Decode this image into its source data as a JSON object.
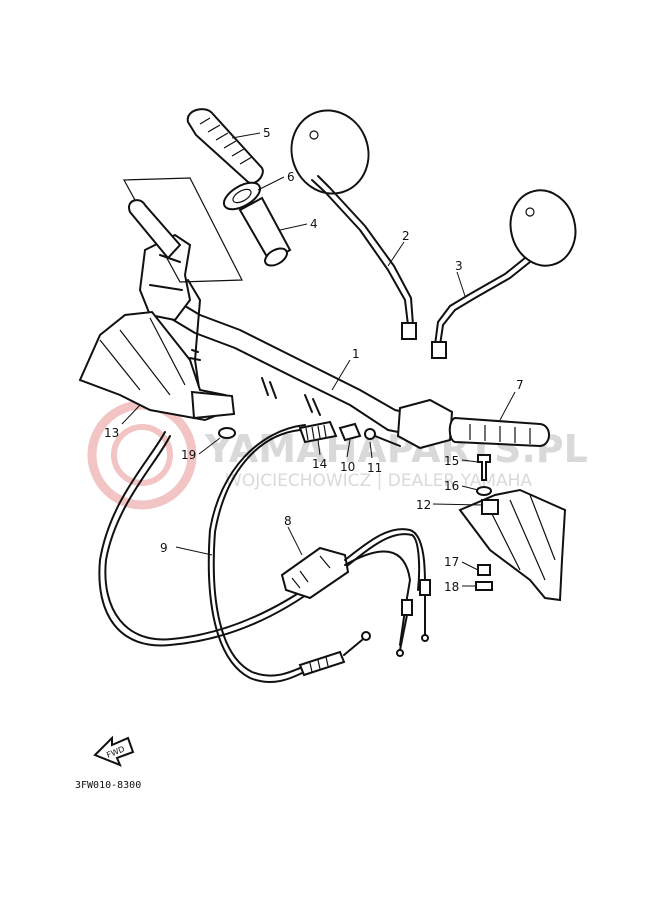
{
  "diagram_code": "3FW010-8300",
  "fwd_label": "FWD",
  "watermark": {
    "line1": "YAMAHAPARTS.PL",
    "line2": "WOJCIECHOWICZ | DEALER YAMAHA",
    "color": "#e8a0a0"
  },
  "callouts": [
    {
      "id": "c1",
      "text": "1"
    },
    {
      "id": "c2",
      "text": "2"
    },
    {
      "id": "c3",
      "text": "3"
    },
    {
      "id": "c4",
      "text": "4"
    },
    {
      "id": "c5",
      "text": "5"
    },
    {
      "id": "c6",
      "text": "6"
    },
    {
      "id": "c7",
      "text": "7"
    },
    {
      "id": "c8",
      "text": "8"
    },
    {
      "id": "c9",
      "text": "9"
    },
    {
      "id": "c10",
      "text": "10"
    },
    {
      "id": "c11",
      "text": "11"
    },
    {
      "id": "c12",
      "text": "12"
    },
    {
      "id": "c13",
      "text": "13"
    },
    {
      "id": "c14",
      "text": "14"
    },
    {
      "id": "c15",
      "text": "15"
    },
    {
      "id": "c16",
      "text": "16"
    },
    {
      "id": "c17",
      "text": "17"
    },
    {
      "id": "c18",
      "text": "18"
    },
    {
      "id": "c19",
      "text": "19"
    }
  ]
}
